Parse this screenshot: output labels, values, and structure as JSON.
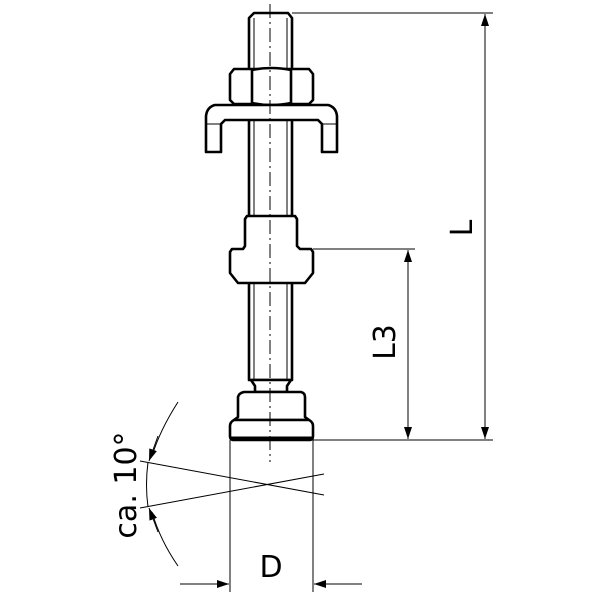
{
  "drawing": {
    "dimensions": {
      "overall_length": "L",
      "length_to_sleeve": "L3",
      "foot_diameter": "D",
      "swivel_angle": "ca. 10°"
    }
  }
}
